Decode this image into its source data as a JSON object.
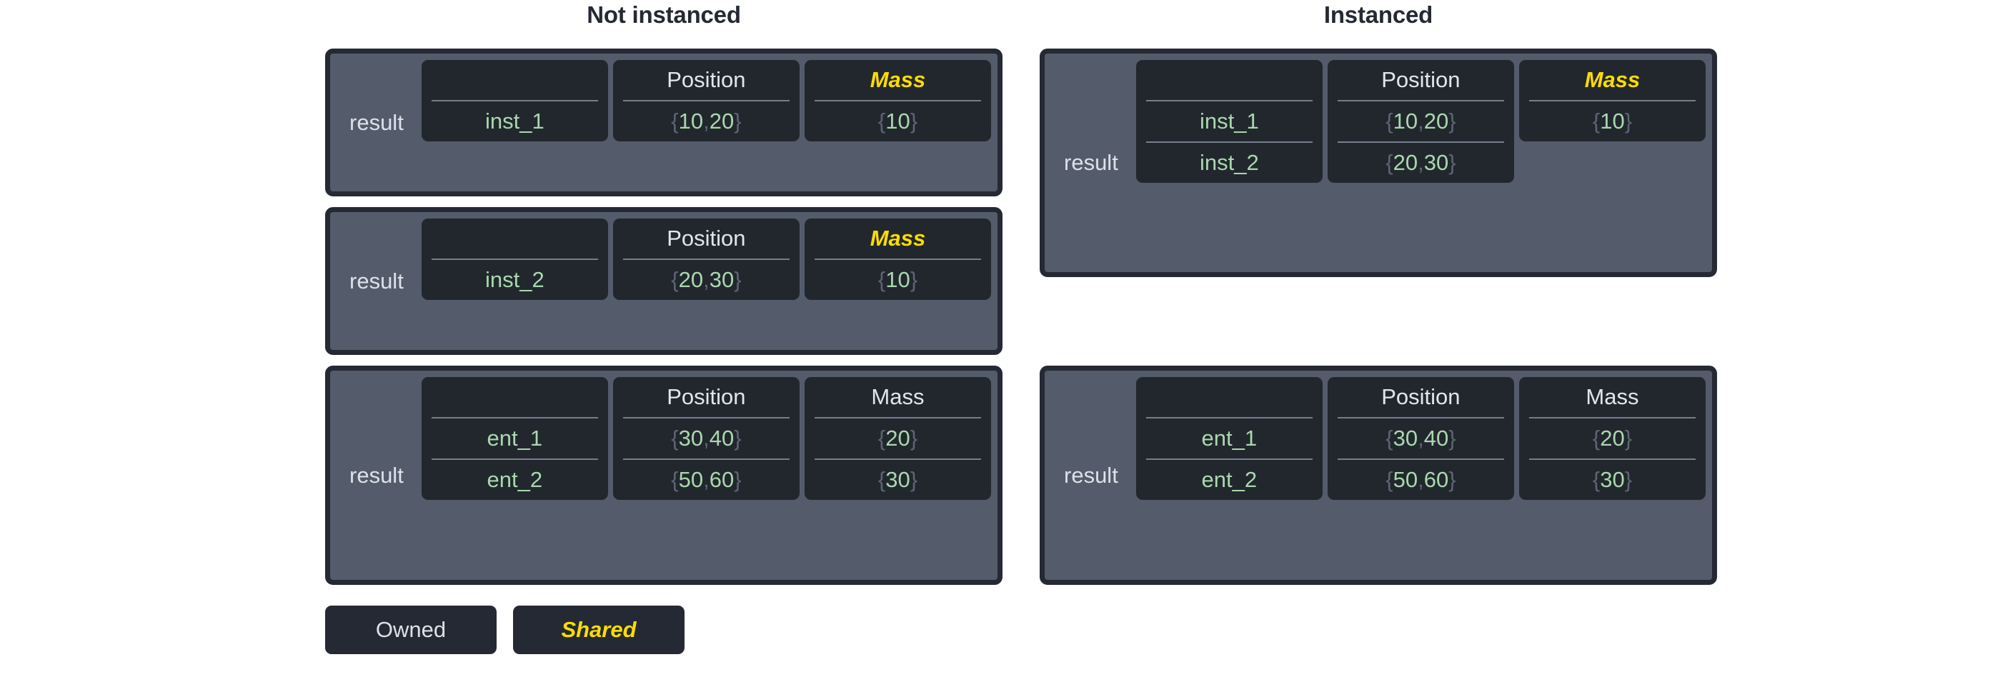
{
  "panels": {
    "left": {
      "title": "Not instanced"
    },
    "right": {
      "title": "Instanced"
    }
  },
  "labels": {
    "result": "result",
    "header_position": "Position",
    "header_mass": "Mass",
    "header_blank": ""
  },
  "legend": {
    "owned": "Owned",
    "shared": "Shared"
  },
  "colors": {
    "shared_accent": "#ffdd00",
    "value_green": "#a9d8ad",
    "panel_gray": "#545b6b",
    "cell_dark": "#22272e",
    "border_dark": "#242933",
    "muted": "#5d6573",
    "title_text": "#242933"
  },
  "tables": {
    "left_1": {
      "label": "result",
      "columns": [
        {
          "header": "",
          "shared": false,
          "values": [
            "inst_1"
          ]
        },
        {
          "header": "Position",
          "shared": false,
          "values": [
            "{10, 20}"
          ]
        },
        {
          "header": "Mass",
          "shared": true,
          "values": [
            "{10}"
          ]
        }
      ]
    },
    "left_2": {
      "label": "result",
      "columns": [
        {
          "header": "",
          "shared": false,
          "values": [
            "inst_2"
          ]
        },
        {
          "header": "Position",
          "shared": false,
          "values": [
            "{20, 30}"
          ]
        },
        {
          "header": "Mass",
          "shared": true,
          "values": [
            "{10}"
          ]
        }
      ]
    },
    "left_3": {
      "label": "result",
      "columns": [
        {
          "header": "",
          "shared": false,
          "values": [
            "ent_1",
            "ent_2"
          ]
        },
        {
          "header": "Position",
          "shared": false,
          "values": [
            "{30, 40}",
            "{50, 60}"
          ]
        },
        {
          "header": "Mass",
          "shared": false,
          "values": [
            "{20}",
            "{30}"
          ]
        }
      ]
    },
    "right_1": {
      "label": "result",
      "columns": [
        {
          "header": "",
          "shared": false,
          "values": [
            "inst_1",
            "inst_2"
          ]
        },
        {
          "header": "Position",
          "shared": false,
          "values": [
            "{10, 20}",
            "{20, 30}"
          ]
        },
        {
          "header": "Mass",
          "shared": true,
          "values": [
            "{10}"
          ]
        }
      ]
    },
    "right_2": {
      "label": "result",
      "columns": [
        {
          "header": "",
          "shared": false,
          "values": [
            "ent_1",
            "ent_2"
          ]
        },
        {
          "header": "Position",
          "shared": false,
          "values": [
            "{30, 40}",
            "{50, 60}"
          ]
        },
        {
          "header": "Mass",
          "shared": false,
          "values": [
            "{20}",
            "{30}"
          ]
        }
      ]
    }
  }
}
